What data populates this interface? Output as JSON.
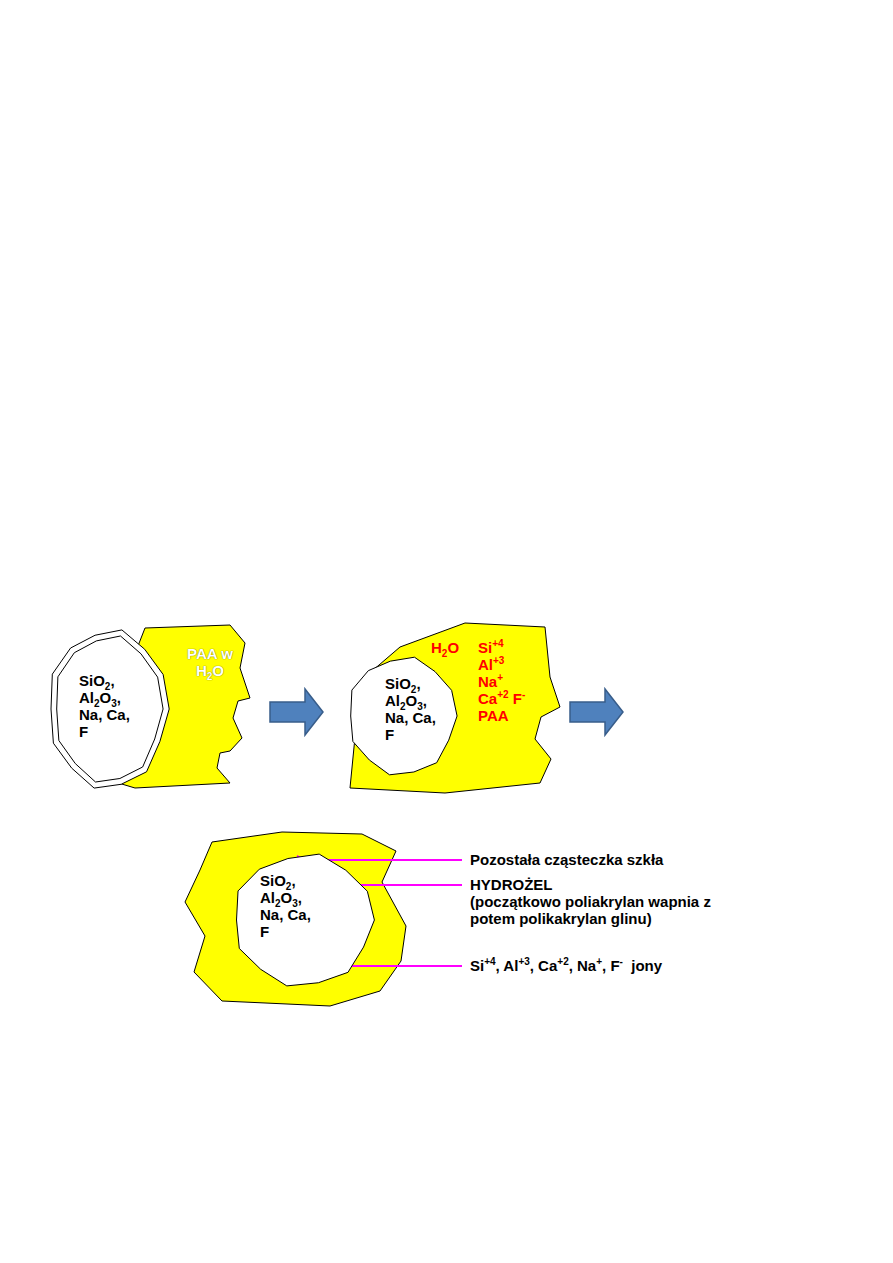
{
  "diagram": {
    "nodes": [
      {
        "text": [
          "SiO2, Al2O3, Na, Ca, F"
        ]
      },
      {
        "text": [
          "PAA w H2O"
        ]
      },
      {
        "text": [
          "SiO2, Al2O3, Na, Ca, F"
        ]
      },
      {
        "text": [
          "H2O",
          "Si+4 Al+3 Na+ Ca+2 F- PAA"
        ]
      },
      {
        "text": [
          "SiO2, Al2O3, Na, Ca, F"
        ]
      }
    ],
    "labels": [
      "Pozostała cząsteczka szkła",
      "HYDROŻEL",
      "(początkowo poliakrylan wapnia z potem polikakrylan glinu)",
      "Si+4, Al+3, Ca+2, Na+, F-  jony"
    ]
  }
}
